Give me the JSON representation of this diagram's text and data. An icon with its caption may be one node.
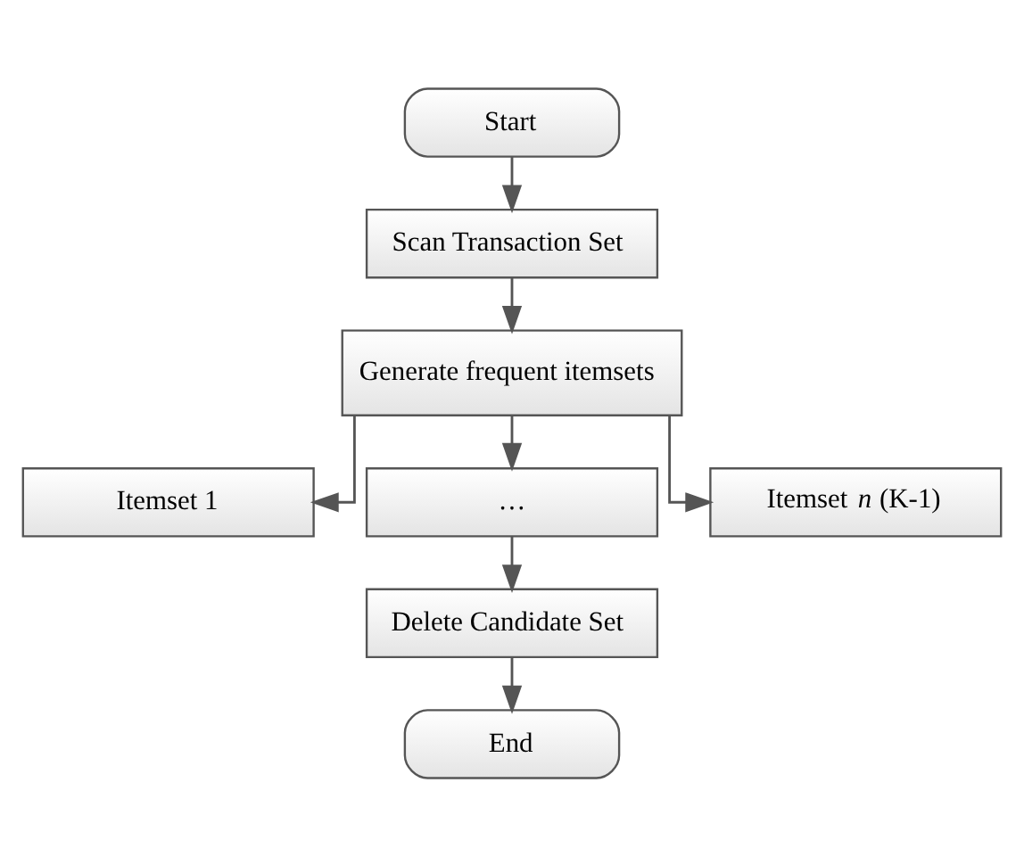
{
  "diagram": {
    "nodes": [
      {
        "text": [
          "Start"
        ]
      },
      {
        "text": [
          "Scan Transaction Set"
        ]
      },
      {
        "text": [
          "Generate frequent itemsets"
        ]
      },
      {
        "text": [
          "Itemset 1"
        ]
      },
      {
        "text": [
          "…"
        ]
      },
      {
        "text": [
          "Itemset *n* (K-1)"
        ]
      },
      {
        "text": [
          "Delete Candidate Set"
        ]
      },
      {
        "text": [
          "End"
        ]
      }
    ],
    "edges": [
      {
        "from": 0,
        "to": 1,
        "arrow": "to"
      },
      {
        "from": 1,
        "to": 2,
        "arrow": "to"
      },
      {
        "from": 2,
        "to": 3,
        "arrow": "to"
      },
      {
        "from": 2,
        "to": 4,
        "arrow": "to"
      },
      {
        "from": 2,
        "to": 5,
        "arrow": "to"
      },
      {
        "from": 4,
        "to": 6,
        "arrow": "to"
      },
      {
        "from": 6,
        "to": 7,
        "arrow": "to"
      }
    ]
  }
}
